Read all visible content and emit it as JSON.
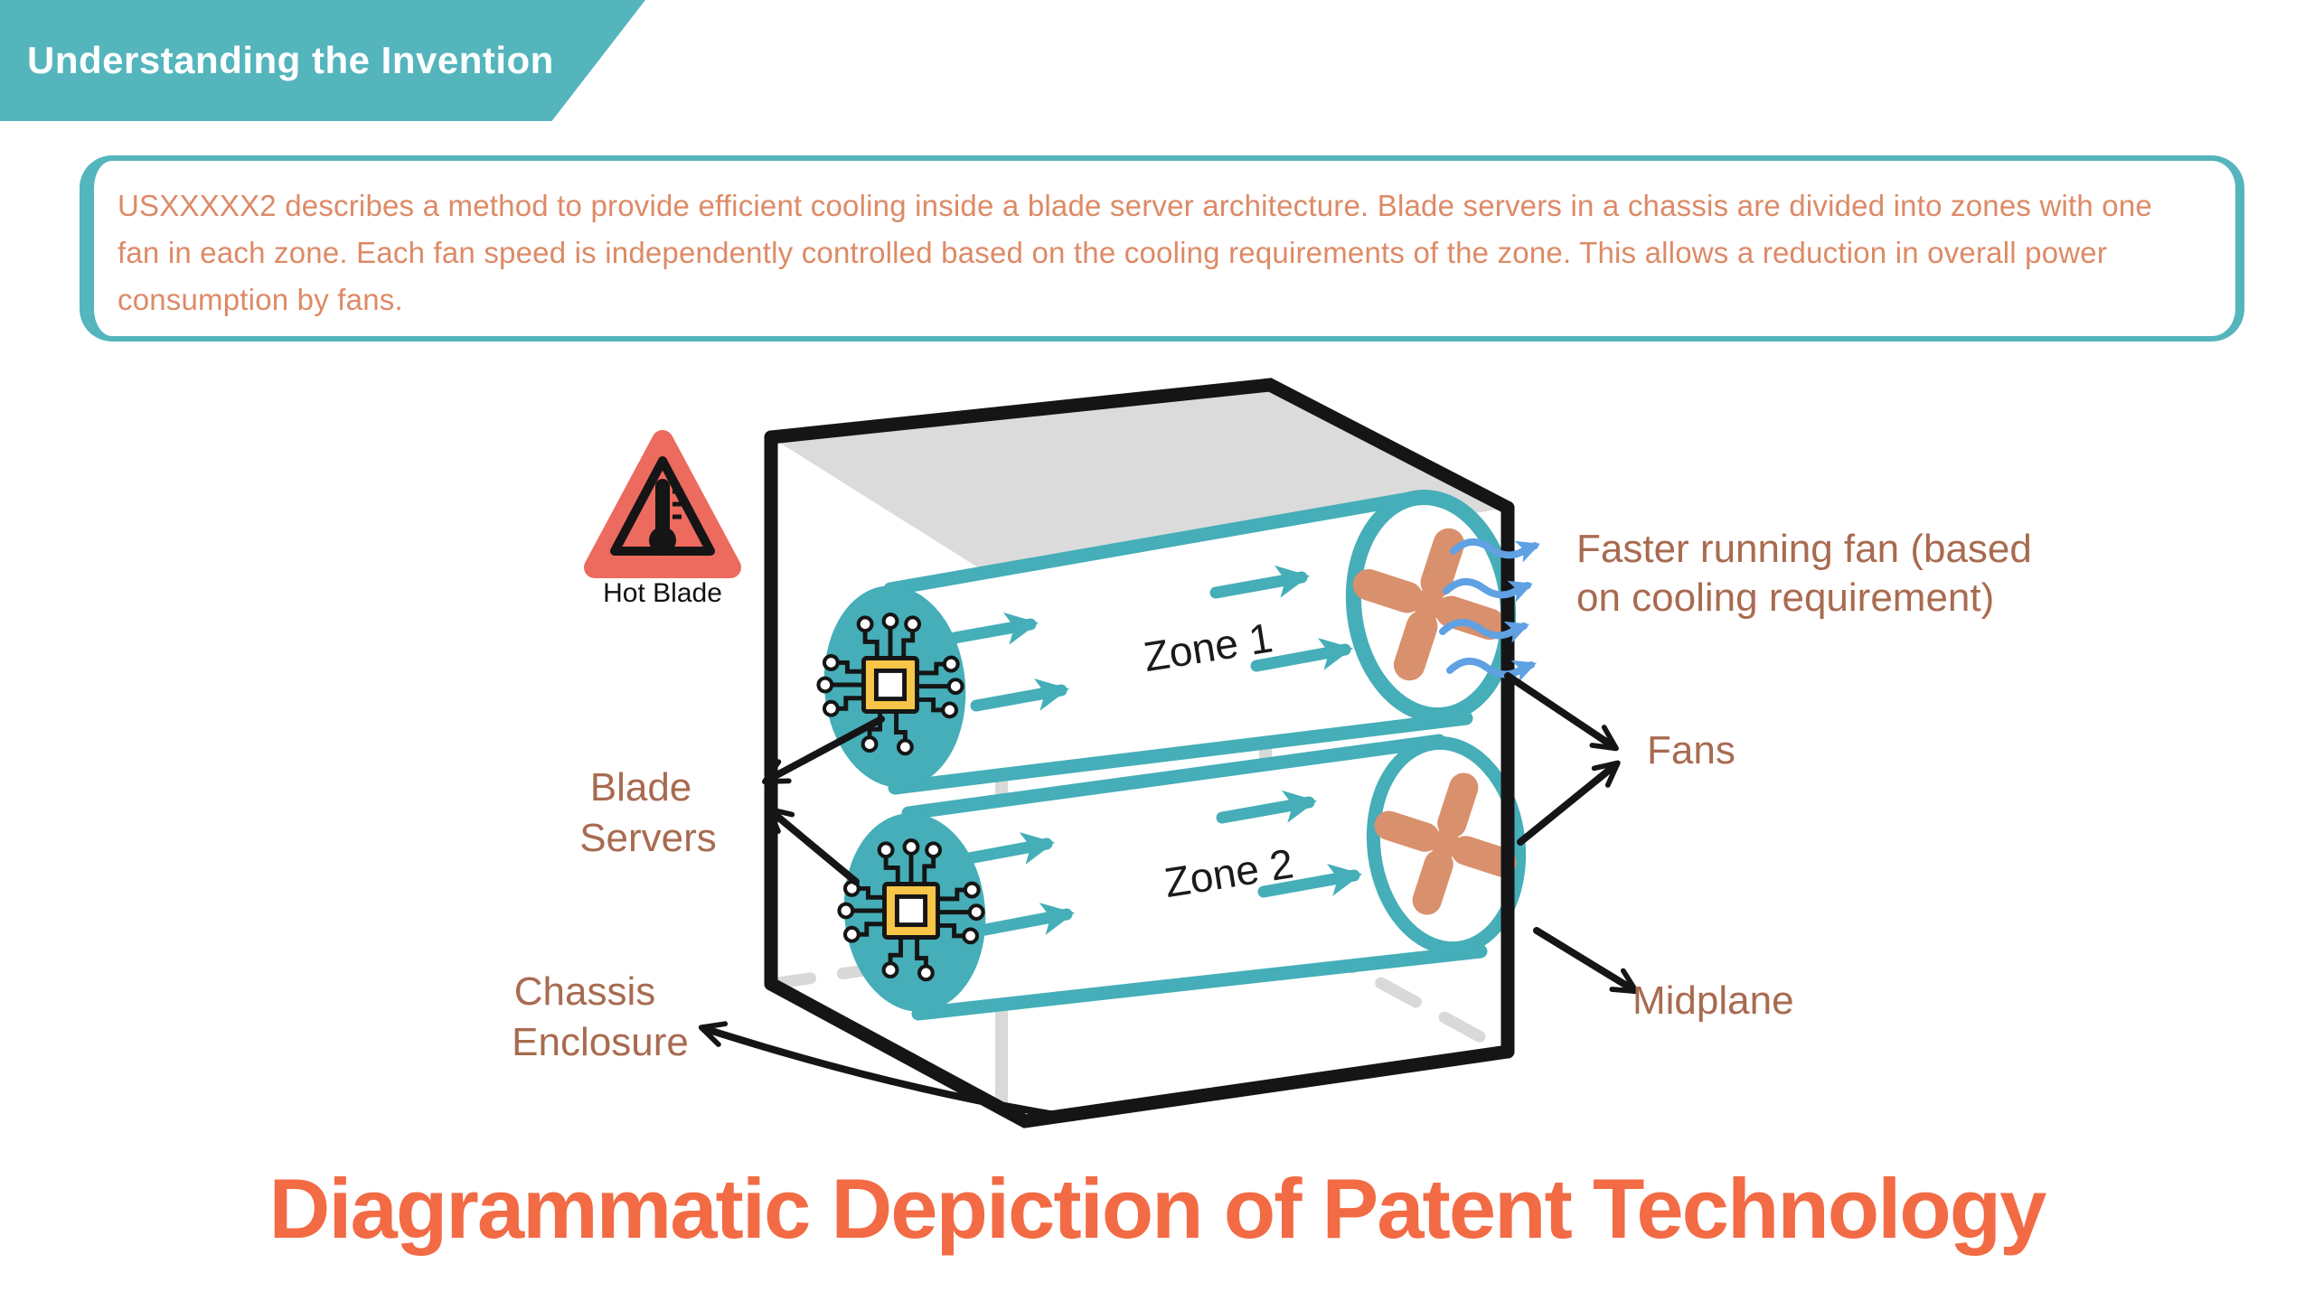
{
  "banner": {
    "title": "Understanding the Invention"
  },
  "description": {
    "text": "USXXXXX2 describes a method to provide efficient cooling inside a blade server architecture. Blade servers in a chassis are divided into zones with one fan in each zone. Each fan speed is independently controlled based on the cooling requirements of the zone. This allows a reduction in overall power consumption by fans."
  },
  "diagram": {
    "hot_blade_label": "Hot Blade",
    "zone1_label": "Zone 1",
    "zone2_label": "Zone 2",
    "labels": {
      "blade_servers": [
        "Blade",
        "Servers"
      ],
      "chassis_enclosure": [
        "Chassis",
        "Enclosure"
      ],
      "faster_fan": [
        "Faster running  fan (based",
        "on cooling requirement)"
      ],
      "fans": "Fans",
      "midplane": "Midplane"
    },
    "icons": [
      "warning-triangle-icon",
      "thermometer-icon",
      "blade-server-chip-icon",
      "fan-icon",
      "airflow-arrow-icon",
      "flow-arrow-icon"
    ]
  },
  "footer": {
    "title": "Diagrammatic Depiction of Patent Technology"
  },
  "colors": {
    "teal": "#54B5BD",
    "diagram_teal": "#45AEB8",
    "description_text": "#DD8A66",
    "label_brown": "#A86B50",
    "title_orange": "#F26B45",
    "fan_salmon": "#D9906C",
    "airflow_blue": "#5FA1E3",
    "warning_red": "#ED6A5F",
    "chip_yellow": "#F7C548",
    "box_top_gray": "#DBDBDB",
    "hidden_edge_gray": "#D9D9D9",
    "outline_black": "#151515"
  }
}
